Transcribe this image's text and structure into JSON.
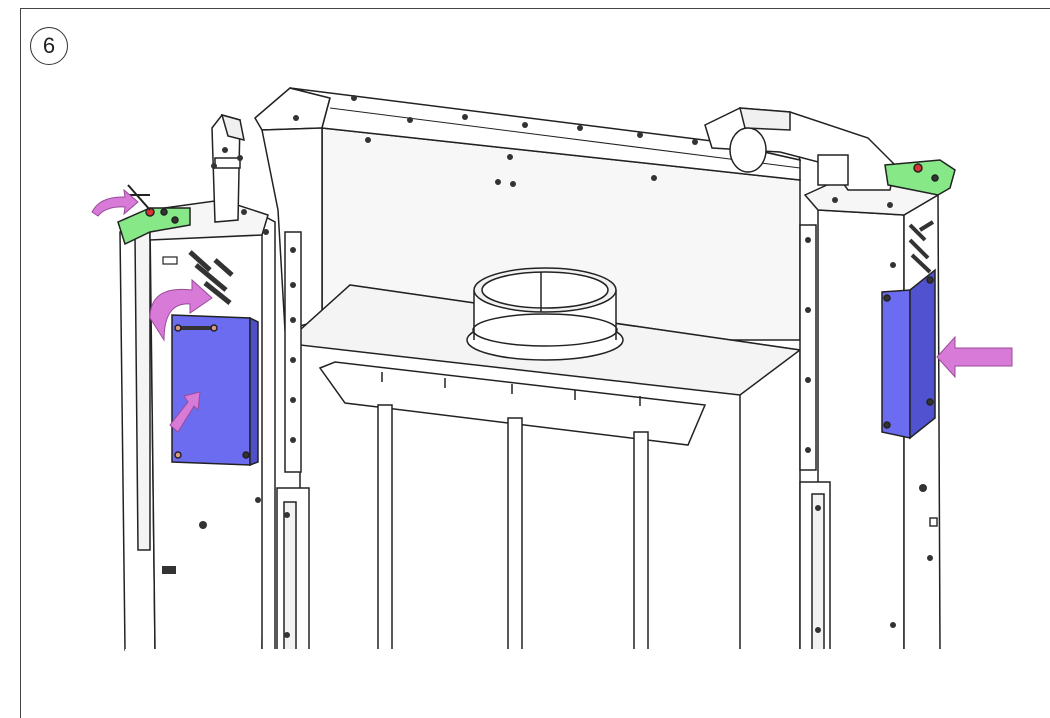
{
  "step": {
    "number": "6"
  },
  "illustration": {
    "subject": "appliance-housing-assembly",
    "colors": {
      "panel_blue": "#6b6cf0",
      "bracket_green": "#86e886",
      "arrow_magenta": "#d77ad8",
      "line": "#222222",
      "fill": "#ffffff",
      "shade": "#f0f0f0"
    },
    "callouts": [
      {
        "id": "left-top-rotate-arrow",
        "icon": "curved-arrow-icon"
      },
      {
        "id": "left-panel-rotate-arrow",
        "icon": "curved-arrow-icon"
      },
      {
        "id": "left-panel-push-arrow",
        "icon": "straight-arrow-icon"
      },
      {
        "id": "right-panel-insert-arrow",
        "icon": "straight-arrow-icon"
      }
    ]
  }
}
